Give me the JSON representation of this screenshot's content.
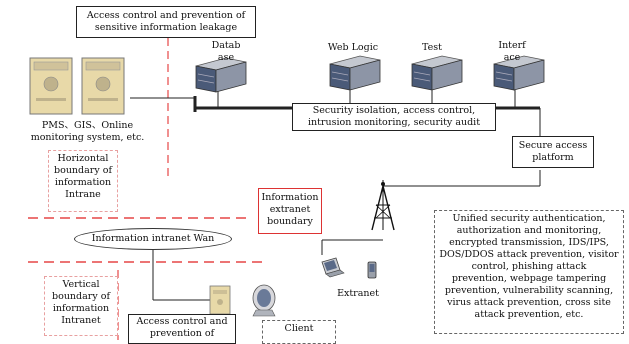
{
  "labels": {
    "access_control_top": "Access control and prevention of\nsensitive information leakage",
    "pms_systems": "PMS、GIS、Online\nmonitoring system, etc.",
    "horizontal_boundary": "Horizontal\nboundary of\ninformation\nIntrane",
    "database": "Datab\nase",
    "weblogic": "Web Logic",
    "test": "Test",
    "interface": "Interf\nace",
    "security_isolation": "Security isolation, access control,\nintrusion monitoring, security audit",
    "secure_access_platform": "Secure access\nplatform",
    "extranet_boundary": "Information\nextranet\nboundary",
    "intranet_wan": "Information intranet Wan",
    "unified_security": "Unified security authentication,\nauthorization and monitoring,\nencrypted transmission, IDS/IPS,\nDOS/DDOS attack prevention, visitor\ncontrol, phishing attack\nprevention, webpage tampering\nprevention, vulnerability scanning,\nvirus attack prevention, cross site\nattack prevention, etc.",
    "extranet": "Extranet",
    "vertical_boundary": "Vertical\nboundary of\ninformation\nIntranet",
    "access_control_bottom": "Access control and\nprevention of",
    "client": "Client"
  },
  "colors": {
    "red_line": "#e02020",
    "pink_dash": "#e8a0a0",
    "server_blue": "#4a5a78",
    "server_gray": "#b8bcc4",
    "beige": "#e8d9a8"
  },
  "icons": {
    "pc_servers": "server-tower-icon",
    "rack_servers": "rack-server-icon",
    "antenna": "antenna-tower-icon",
    "laptop": "laptop-icon",
    "phone": "mobile-phone-icon",
    "desktop": "desktop-computer-icon"
  }
}
